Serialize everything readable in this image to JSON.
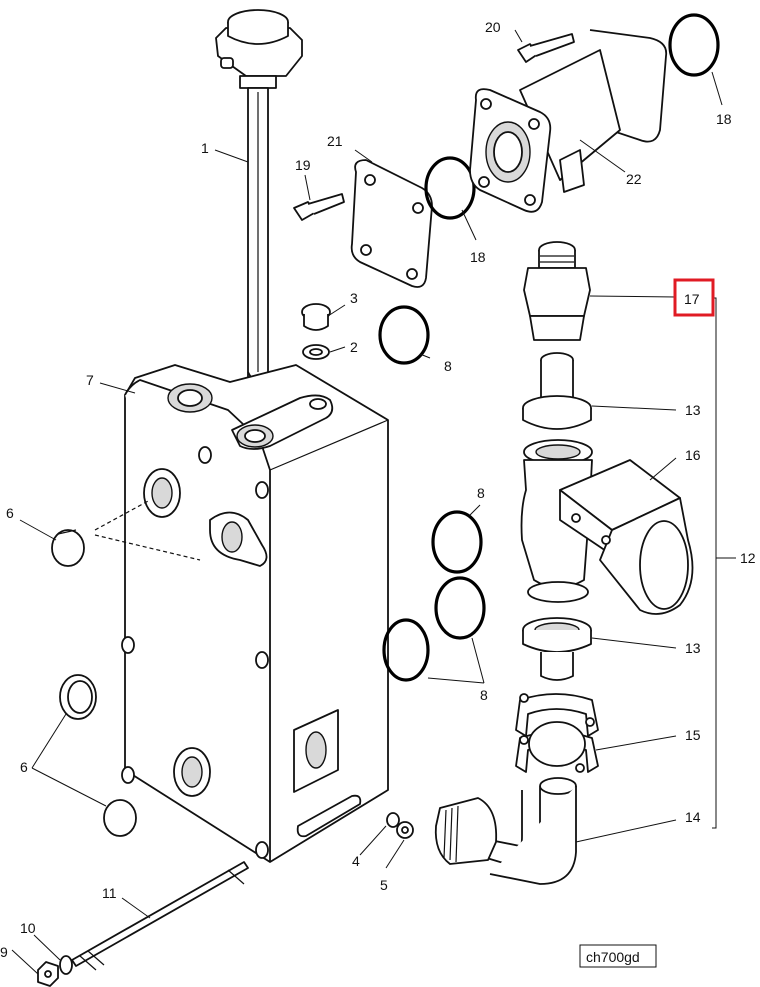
{
  "diagram": {
    "drawing_code": "ch700gd",
    "highlighted_callout": "17",
    "highlight_color": "#e01b24",
    "callouts": {
      "c1": "1",
      "c2": "2",
      "c3": "3",
      "c4": "4",
      "c5": "5",
      "c6a": "6",
      "c6b": "6",
      "c7": "7",
      "c8a": "8",
      "c8b": "8",
      "c8c": "8",
      "c9": "9",
      "c10": "10",
      "c11": "11",
      "c12": "12",
      "c13a": "13",
      "c13b": "13",
      "c14": "14",
      "c15": "15",
      "c16": "16",
      "c17": "17",
      "c18a": "18",
      "c18b": "18",
      "c19": "19",
      "c20": "20",
      "c21": "21",
      "c22": "22"
    }
  }
}
